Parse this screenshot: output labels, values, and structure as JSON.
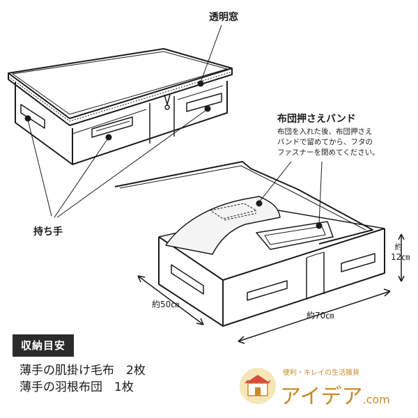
{
  "callouts": {
    "window": "透明窓",
    "band_title": "布団押さえバンド",
    "band_description": [
      "布団を入れた後、布団押さえ",
      "バンドで留めてから、フタの",
      "ファスナーを閉めてください。"
    ],
    "handle": "持ち手"
  },
  "dimensions": {
    "depth": "約50㎝",
    "width": "約70㎝",
    "height_prefix": "約",
    "height_value": "12㎝"
  },
  "capacity": {
    "heading": "収納目安",
    "items": [
      "薄手の肌掛け毛布　2枚",
      "薄手の羽根布団　1枚"
    ]
  },
  "brand": {
    "tagline": "便利・キレイの生活雑貨",
    "name": "アイデア",
    "domain": ".com",
    "accent_color": "#c98a2a"
  }
}
